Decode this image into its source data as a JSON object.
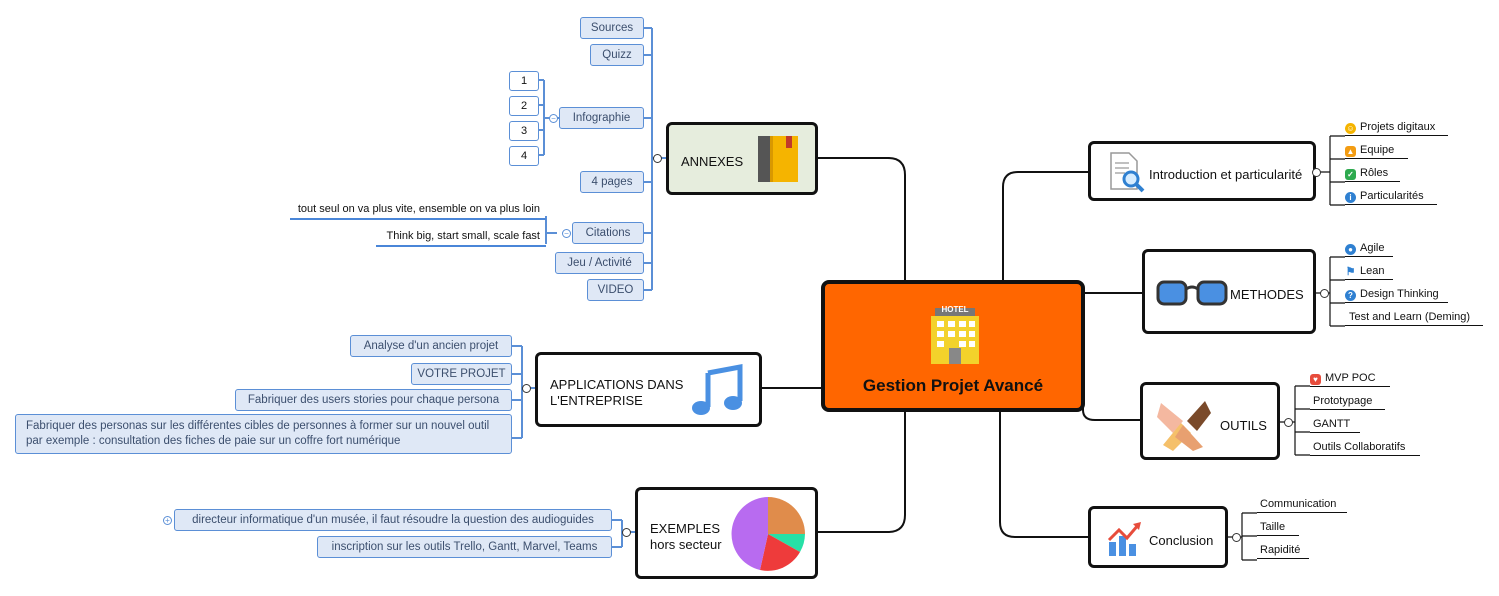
{
  "central": {
    "title": "Gestion Projet Avancé",
    "hotel_sign": "HOTEL"
  },
  "annexes": {
    "label": "ANNEXES",
    "items": [
      "Sources",
      "Quizz",
      "Infographie",
      "4 pages",
      "Citations",
      "Jeu / Activité",
      "VIDEO"
    ],
    "infographie_children": [
      "1",
      "2",
      "3",
      "4"
    ],
    "citations_children": [
      "tout seul on va plus vite, ensemble on va plus loin",
      "Think big, start small, scale fast"
    ]
  },
  "applications": {
    "label_line1": "APPLICATIONS DANS",
    "label_line2": "L'ENTREPRISE",
    "items": [
      "Analyse d'un ancien projet",
      "VOTRE PROJET",
      "Fabriquer des users stories pour chaque persona",
      "Fabriquer des personas sur les différentes cibles de personnes à former sur un nouvel outil par exemple : consultation des fiches de paie sur un coffre fort numérique"
    ]
  },
  "exemples": {
    "label_line1": "EXEMPLES",
    "label_line2": "hors secteur",
    "items": [
      "directeur informatique d'un musée, il faut résoudre la question des audioguides",
      "inscription sur les outils Trello, Gantt, Marvel, Teams"
    ]
  },
  "introduction": {
    "label": "Introduction et particularité",
    "items": [
      "Projets digitaux",
      "Equipe",
      "Rôles",
      "Particularités"
    ]
  },
  "methodes": {
    "label": "METHODES",
    "items": [
      "Agile",
      "Lean",
      "Design Thinking",
      "Test and Learn (Deming)"
    ]
  },
  "outils": {
    "label": "OUTILS",
    "items": [
      "MVP POC",
      "Prototypage",
      "GANTT",
      "Outils Collaboratifs"
    ]
  },
  "conclusion": {
    "label": "Conclusion",
    "items": [
      "Communication",
      "Taille",
      "Rapidité"
    ]
  },
  "colors": {
    "central": "#ff6600",
    "annexes_bg": "#e6eddd",
    "topic_blue": "#dfe8f6",
    "connector_blue": "#5b8fd6"
  }
}
